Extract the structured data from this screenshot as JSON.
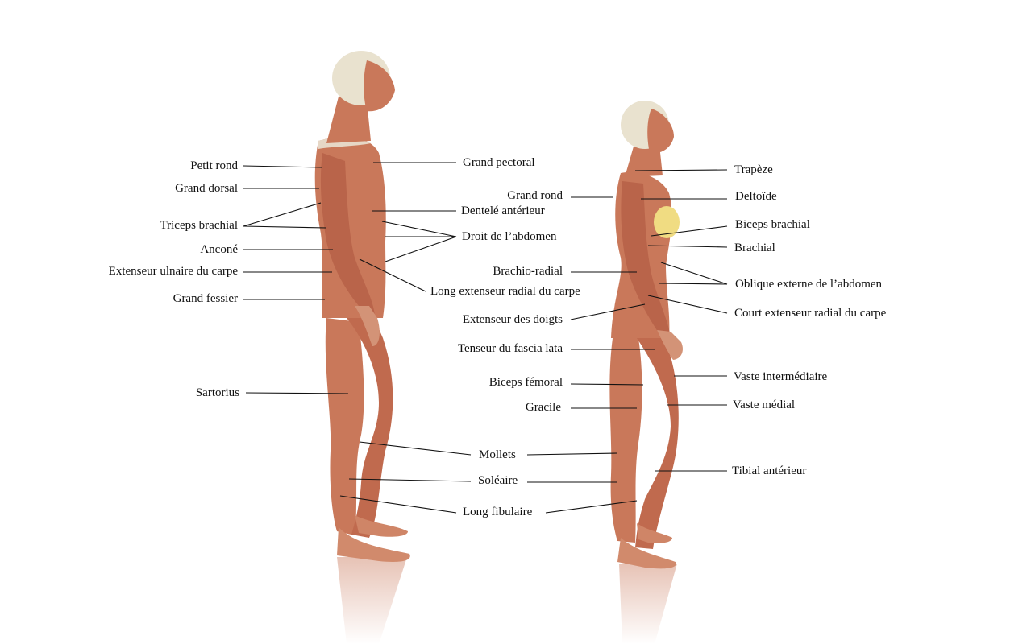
{
  "colors": {
    "background": "#ffffff",
    "muscle": "#c9785a",
    "muscle_dark": "#9e4f36",
    "tendon": "#e6d7c6",
    "skull": "#e9e2cf",
    "text": "#111111",
    "breast_fat": "#f0dc82"
  },
  "labels": {
    "petit_rond": "Petit rond",
    "grand_dorsal": "Grand dorsal",
    "triceps_brachial": "Triceps brachial",
    "ancone": "Anconé",
    "extenseur_ulnaire": "Extenseur ulnaire du carpe",
    "grand_fessier": "Grand fessier",
    "sartorius": "Sartorius",
    "grand_pectoral": "Grand pectoral",
    "dentele": "Dentelé antérieur",
    "droit_abdomen": "Droit de l’abdomen",
    "long_extenseur": "Long extenseur radial du carpe",
    "brachio_radial": "Brachio-radial",
    "extenseur_doigts": "Extenseur des doigts",
    "tenseur": "Tenseur du fascia lata",
    "biceps_femoral": "Biceps fémoral",
    "gracile": "Gracile",
    "grand_rond": "Grand rond",
    "mollets": "Mollets",
    "soleaire": "Soléaire",
    "long_fibulaire": "Long fibulaire",
    "trapeze": "Trapèze",
    "deltoide": "Deltoïde",
    "biceps_brachial_f": "Biceps brachial",
    "brachial": "Brachial",
    "oblique": "Oblique externe de l’abdomen",
    "court_extenseur": "Court extenseur radial du carpe",
    "vaste_intermediaire": "Vaste intermédiaire",
    "vaste_medial": "Vaste médial",
    "tibial": "Tibial antérieur"
  }
}
